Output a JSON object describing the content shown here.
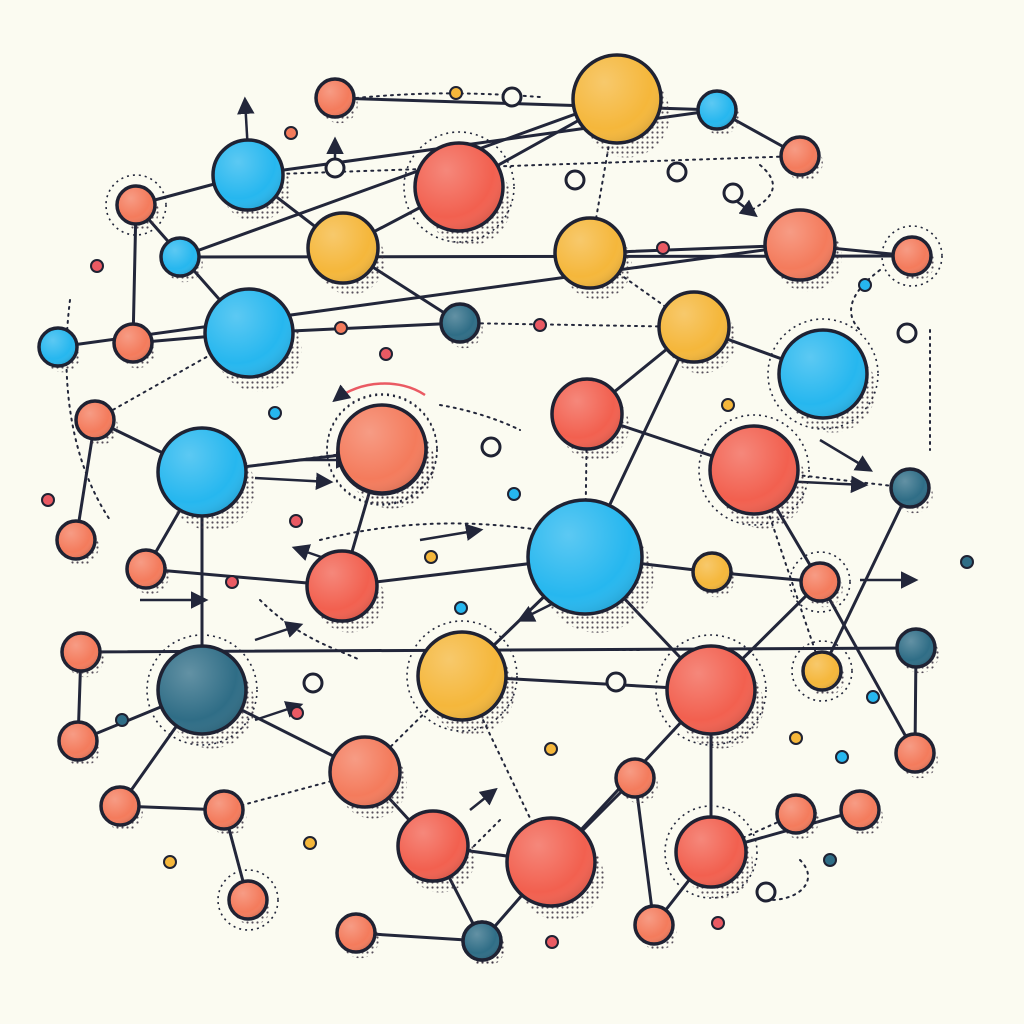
{
  "palette": {
    "background": "#fbfbf1",
    "ink": "#1f2233",
    "orange_red": "#f2604f",
    "coral": "#f47b5c",
    "amber": "#f5b73b",
    "sky_blue": "#26b7ef",
    "steel_teal": "#2f6d86",
    "accent_red": "#ea5a63"
  },
  "nodes": [
    {
      "id": "n1",
      "color": "coral",
      "size": "small"
    },
    {
      "id": "n2",
      "color": "amber",
      "size": "large"
    },
    {
      "id": "n3",
      "color": "sky_blue",
      "size": "small"
    },
    {
      "id": "n4",
      "color": "coral",
      "size": "small"
    },
    {
      "id": "n5",
      "color": "sky_blue",
      "size": "medium"
    },
    {
      "id": "n6",
      "color": "orange_red",
      "size": "large"
    },
    {
      "id": "n7",
      "color": "coral",
      "size": "small"
    },
    {
      "id": "n8",
      "color": "amber",
      "size": "medium"
    },
    {
      "id": "n9",
      "color": "amber",
      "size": "medium"
    },
    {
      "id": "n10",
      "color": "coral",
      "size": "medium"
    },
    {
      "id": "n11",
      "color": "sky_blue",
      "size": "small"
    },
    {
      "id": "n12",
      "color": "coral",
      "size": "small"
    },
    {
      "id": "n13",
      "color": "sky_blue",
      "size": "small"
    },
    {
      "id": "n14",
      "color": "coral",
      "size": "small"
    },
    {
      "id": "n15",
      "color": "sky_blue",
      "size": "large"
    },
    {
      "id": "n16",
      "color": "steel_teal",
      "size": "small"
    },
    {
      "id": "n17",
      "color": "amber",
      "size": "medium"
    },
    {
      "id": "n18",
      "color": "sky_blue",
      "size": "large"
    },
    {
      "id": "n19",
      "color": "coral",
      "size": "small"
    },
    {
      "id": "n20",
      "color": "orange_red",
      "size": "medium"
    },
    {
      "id": "n21",
      "color": "amber",
      "size": "large"
    },
    {
      "id": "n22",
      "color": "sky_blue",
      "size": "large"
    },
    {
      "id": "n23",
      "color": "coral",
      "size": "large"
    },
    {
      "id": "n24",
      "color": "orange_red",
      "size": "large"
    },
    {
      "id": "n25",
      "color": "coral",
      "size": "small"
    },
    {
      "id": "n26",
      "color": "coral",
      "size": "small"
    },
    {
      "id": "n27",
      "color": "orange_red",
      "size": "medium"
    },
    {
      "id": "n28",
      "color": "sky_blue",
      "size": "xlarge"
    },
    {
      "id": "n29",
      "color": "amber",
      "size": "small"
    },
    {
      "id": "n30",
      "color": "coral",
      "size": "small"
    },
    {
      "id": "n31",
      "color": "steel_teal",
      "size": "small"
    },
    {
      "id": "n32",
      "color": "steel_teal",
      "size": "large"
    },
    {
      "id": "n33",
      "color": "amber",
      "size": "large"
    },
    {
      "id": "n34",
      "color": "orange_red",
      "size": "large"
    },
    {
      "id": "n35",
      "color": "amber",
      "size": "small"
    },
    {
      "id": "n36",
      "color": "steel_teal",
      "size": "small"
    },
    {
      "id": "n37",
      "color": "coral",
      "size": "small"
    },
    {
      "id": "n38",
      "color": "coral",
      "size": "medium"
    },
    {
      "id": "n39",
      "color": "coral",
      "size": "small"
    },
    {
      "id": "n40",
      "color": "coral",
      "size": "small"
    },
    {
      "id": "n41",
      "color": "coral",
      "size": "small"
    },
    {
      "id": "n42",
      "color": "coral",
      "size": "small"
    },
    {
      "id": "n43",
      "color": "orange_red",
      "size": "medium"
    },
    {
      "id": "n44",
      "color": "orange_red",
      "size": "large"
    },
    {
      "id": "n45",
      "color": "coral",
      "size": "small"
    },
    {
      "id": "n46",
      "color": "orange_red",
      "size": "medium"
    },
    {
      "id": "n47",
      "color": "coral",
      "size": "small"
    },
    {
      "id": "n48",
      "color": "coral",
      "size": "small"
    },
    {
      "id": "n49",
      "color": "coral",
      "size": "small"
    },
    {
      "id": "n50",
      "color": "coral",
      "size": "small"
    },
    {
      "id": "n51",
      "color": "steel_teal",
      "size": "small"
    },
    {
      "id": "n52",
      "color": "coral",
      "size": "small"
    },
    {
      "id": "n53",
      "color": "coral",
      "size": "small"
    }
  ],
  "edges": [
    [
      "n1",
      "n3"
    ],
    [
      "n3",
      "n5"
    ],
    [
      "n3",
      "n4"
    ],
    [
      "n4",
      "n5"
    ],
    [
      "n5",
      "n7"
    ],
    [
      "n5",
      "n8"
    ],
    [
      "n8",
      "n6"
    ],
    [
      "n6",
      "n2"
    ],
    [
      "n2",
      "n9"
    ],
    [
      "n2",
      "n11"
    ],
    [
      "n11",
      "n12"
    ],
    [
      "n12",
      "n10"
    ],
    [
      "n9",
      "n10"
    ],
    [
      "n9",
      "n17"
    ],
    [
      "n17",
      "n18"
    ],
    [
      "n17",
      "n20"
    ],
    [
      "n10",
      "n13"
    ],
    [
      "n8",
      "n16"
    ],
    [
      "n16",
      "n17"
    ],
    [
      "n15",
      "n16"
    ],
    [
      "n14",
      "n15"
    ],
    [
      "n7",
      "n15"
    ],
    [
      "n7",
      "n14"
    ],
    [
      "n15",
      "n19"
    ],
    [
      "n19",
      "n25"
    ],
    [
      "n22",
      "n19"
    ],
    [
      "n22",
      "n26"
    ],
    [
      "n22",
      "n32"
    ],
    [
      "n22",
      "n23"
    ],
    [
      "n26",
      "n27"
    ],
    [
      "n23",
      "n27"
    ],
    [
      "n27",
      "n28"
    ],
    [
      "n28",
      "n17"
    ],
    [
      "n28",
      "n20"
    ],
    [
      "n28",
      "n29"
    ],
    [
      "n28",
      "n33"
    ],
    [
      "n28",
      "n34"
    ],
    [
      "n20",
      "n24"
    ],
    [
      "n24",
      "n31"
    ],
    [
      "n24",
      "n30"
    ],
    [
      "n29",
      "n30"
    ],
    [
      "n30",
      "n34"
    ],
    [
      "n33",
      "n34"
    ],
    [
      "n33",
      "n38"
    ],
    [
      "n32",
      "n38"
    ],
    [
      "n32",
      "n40"
    ],
    [
      "n32",
      "n39"
    ],
    [
      "n38",
      "n43"
    ],
    [
      "n38",
      "n41"
    ],
    [
      "n41",
      "n42"
    ],
    [
      "n40",
      "n41"
    ],
    [
      "n34",
      "n46"
    ],
    [
      "n34",
      "n44"
    ],
    [
      "n33",
      "n44"
    ],
    [
      "n44",
      "n45"
    ],
    [
      "n44",
      "n49"
    ],
    [
      "n45",
      "n48"
    ],
    [
      "n49",
      "n50"
    ],
    [
      "n46",
      "n47"
    ],
    [
      "n46",
      "n52"
    ],
    [
      "n46",
      "n48"
    ],
    [
      "n43",
      "n51"
    ],
    [
      "n43",
      "n44"
    ],
    [
      "n51",
      "n44"
    ],
    [
      "n39",
      "n53"
    ],
    [
      "n53",
      "n36"
    ],
    [
      "n36",
      "n37"
    ],
    [
      "n31",
      "n35"
    ],
    [
      "n35",
      "n24"
    ],
    [
      "n37",
      "n30"
    ],
    [
      "n21",
      "n22"
    ]
  ]
}
